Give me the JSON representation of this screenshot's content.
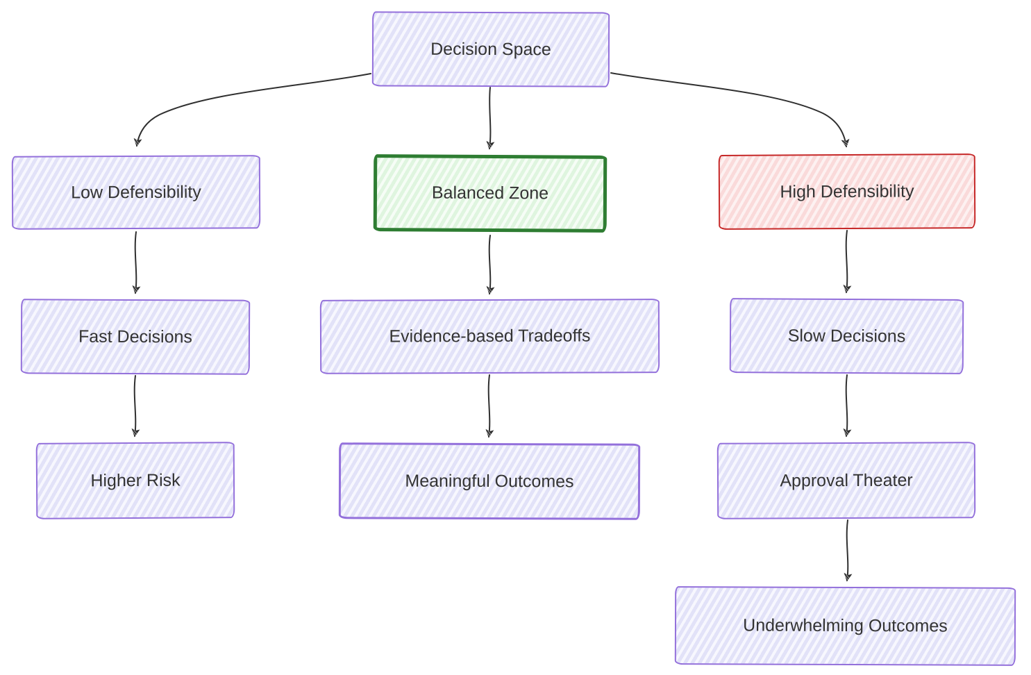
{
  "diagram": {
    "type": "flowchart",
    "style": "hand-drawn",
    "background": "#FFFFFF",
    "nodes": [
      {
        "id": "decision-space",
        "label": "Decision Space",
        "variant": "purple"
      },
      {
        "id": "low-defensibility",
        "label": "Low Defensibility",
        "variant": "purple"
      },
      {
        "id": "balanced-zone",
        "label": "Balanced Zone",
        "variant": "green"
      },
      {
        "id": "high-defensibility",
        "label": "High Defensibility",
        "variant": "red"
      },
      {
        "id": "fast-decisions",
        "label": "Fast Decisions",
        "variant": "purple"
      },
      {
        "id": "evidence-based-tradeoffs",
        "label": "Evidence-based Tradeoffs",
        "variant": "purple"
      },
      {
        "id": "slow-decisions",
        "label": "Slow Decisions",
        "variant": "purple"
      },
      {
        "id": "higher-risk",
        "label": "Higher Risk",
        "variant": "purple"
      },
      {
        "id": "meaningful-outcomes",
        "label": "Meaningful Outcomes",
        "variant": "purple-thick"
      },
      {
        "id": "approval-theater",
        "label": "Approval Theater",
        "variant": "purple"
      },
      {
        "id": "underwhelming-outcomes",
        "label": "Underwhelming Outcomes",
        "variant": "purple"
      }
    ],
    "edges": [
      {
        "from": "decision-space",
        "to": "low-defensibility"
      },
      {
        "from": "decision-space",
        "to": "balanced-zone"
      },
      {
        "from": "decision-space",
        "to": "high-defensibility"
      },
      {
        "from": "low-defensibility",
        "to": "fast-decisions"
      },
      {
        "from": "balanced-zone",
        "to": "evidence-based-tradeoffs"
      },
      {
        "from": "high-defensibility",
        "to": "slow-decisions"
      },
      {
        "from": "fast-decisions",
        "to": "higher-risk"
      },
      {
        "from": "evidence-based-tradeoffs",
        "to": "meaningful-outcomes"
      },
      {
        "from": "slow-decisions",
        "to": "approval-theater"
      },
      {
        "from": "approval-theater",
        "to": "underwhelming-outcomes"
      }
    ],
    "colors": {
      "purple_border": "#9370DB",
      "purple_fill": "#ECECFF",
      "green_border": "#2E7D32",
      "green_fill": "#E8F8E8",
      "red_border": "#C62828",
      "red_fill": "#FBDCDC",
      "arrow": "#2F2F2F",
      "text": "#333333"
    }
  }
}
